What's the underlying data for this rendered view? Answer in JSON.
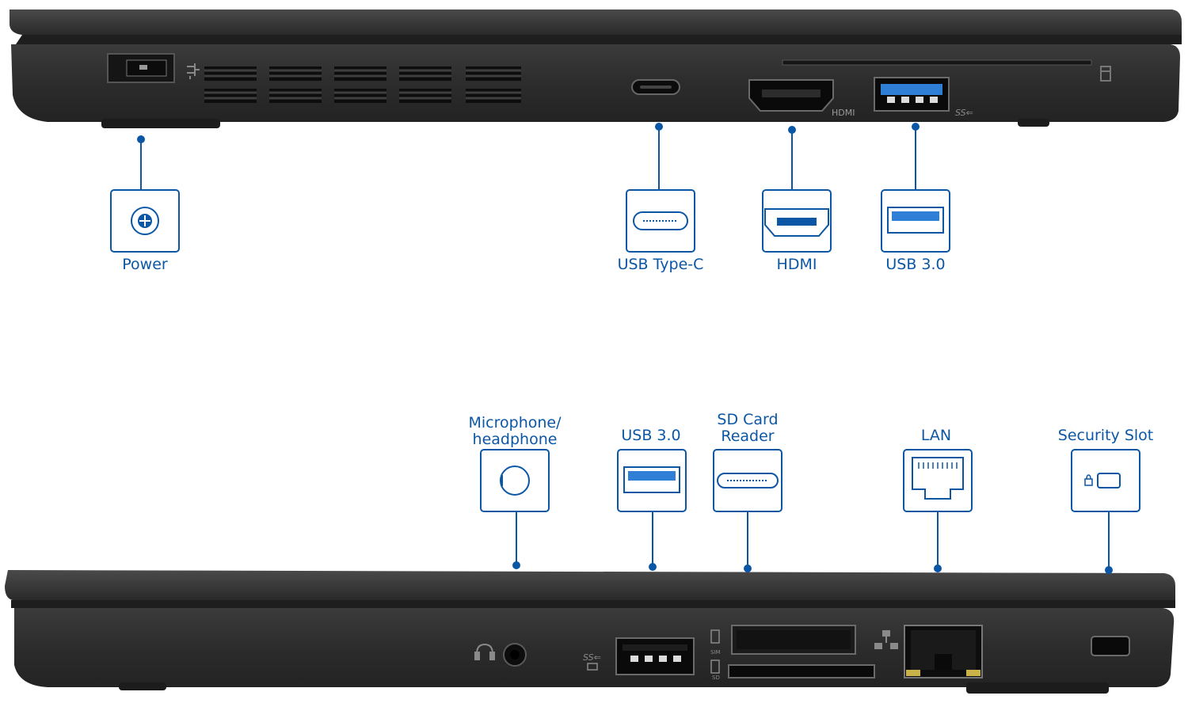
{
  "top_side": {
    "callouts": [
      {
        "id": "power",
        "label": "Power",
        "icon": "dc-power-icon"
      },
      {
        "id": "usb-c",
        "label": "USB Type-C",
        "icon": "usb-c-port-icon"
      },
      {
        "id": "hdmi",
        "label": "HDMI",
        "icon": "hdmi-port-icon"
      },
      {
        "id": "usb3-right",
        "label": "USB 3.0",
        "icon": "usb-a-port-icon"
      }
    ],
    "engraved": {
      "hdmi": "HDMI",
      "usb_ss": "SS⇐"
    }
  },
  "bottom_side": {
    "callouts": [
      {
        "id": "audio",
        "label": "Microphone/\nheadphone",
        "icon": "audio-jack-icon"
      },
      {
        "id": "usb3-left",
        "label": "USB 3.0",
        "icon": "usb-a-port-icon"
      },
      {
        "id": "sd",
        "label": "SD Card\nReader",
        "icon": "sd-card-slot-icon"
      },
      {
        "id": "lan",
        "label": "LAN",
        "icon": "ethernet-port-icon"
      },
      {
        "id": "security",
        "label": "Security Slot",
        "icon": "lock-slot-icon"
      }
    ],
    "engraved": {
      "usb_ss": "SS⇐",
      "sim": "SIM",
      "sd": "SD"
    }
  },
  "colors": {
    "accent": "#0b57a5",
    "laptop_body": "#2b2b2b",
    "laptop_edge": "#3a3a3a",
    "port": "#111111",
    "usb_blue": "#2f7fd6"
  }
}
